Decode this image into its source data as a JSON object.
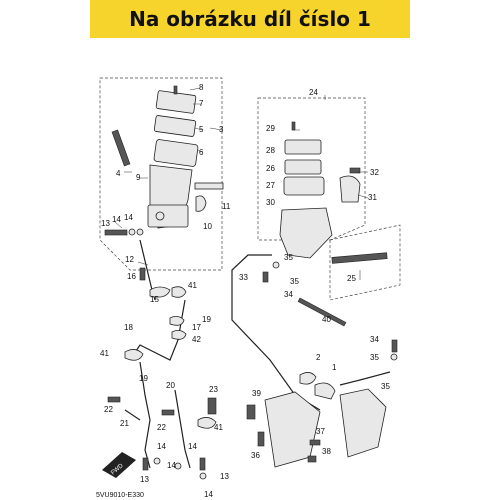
{
  "banner": {
    "title": "Na obrázku díl číslo 1",
    "bg_color": "#f7d42b"
  },
  "diagram": {
    "code": "5VU9010-E330",
    "fwd_label": "FWD",
    "callouts": [
      "1",
      "2",
      "3",
      "4",
      "5",
      "6",
      "7",
      "8",
      "9",
      "10",
      "11",
      "12",
      "13",
      "14",
      "15",
      "16",
      "17",
      "18",
      "19",
      "20",
      "21",
      "22",
      "23",
      "24",
      "25",
      "26",
      "27",
      "28",
      "29",
      "30",
      "31",
      "32",
      "33",
      "34",
      "35",
      "36",
      "37",
      "38",
      "39",
      "40",
      "41",
      "42"
    ]
  }
}
